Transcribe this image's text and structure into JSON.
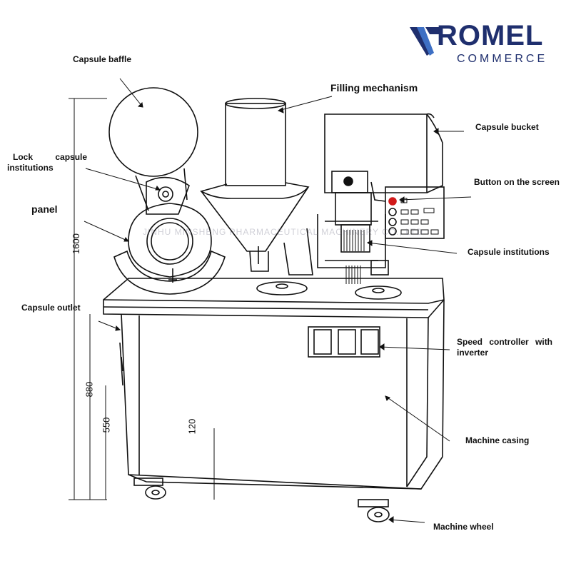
{
  "logo": {
    "brand": "ROMEL",
    "sub": "COMMERCE",
    "color": "#1f2f6e"
  },
  "watermark": "JINHU MINSHENG PHARMACEUTICAL MACHINERY CO., LTD",
  "labels": {
    "capsule_baffle": "Capsule baffle",
    "filling_mechanism": "Filling mechanism",
    "capsule_bucket": "Capsule bucket",
    "lock_capsule": "Lock capsule",
    "institutions": "institutions",
    "panel": "panel",
    "button_on_screen": "Button on the screen",
    "capsule_institutions": "Capsule institutions",
    "capsule_outlet": "Capsule outlet",
    "speed_controller": "Speed controller with",
    "inverter": "inverter",
    "machine_casing": "Machine casing",
    "machine_wheel": "Machine wheel"
  },
  "dimensions": {
    "total_height": "1600",
    "table_height": "880",
    "mid_height": "550",
    "clearance": "120"
  },
  "colors": {
    "line": "#111111",
    "button_red": "#d11a1a"
  }
}
